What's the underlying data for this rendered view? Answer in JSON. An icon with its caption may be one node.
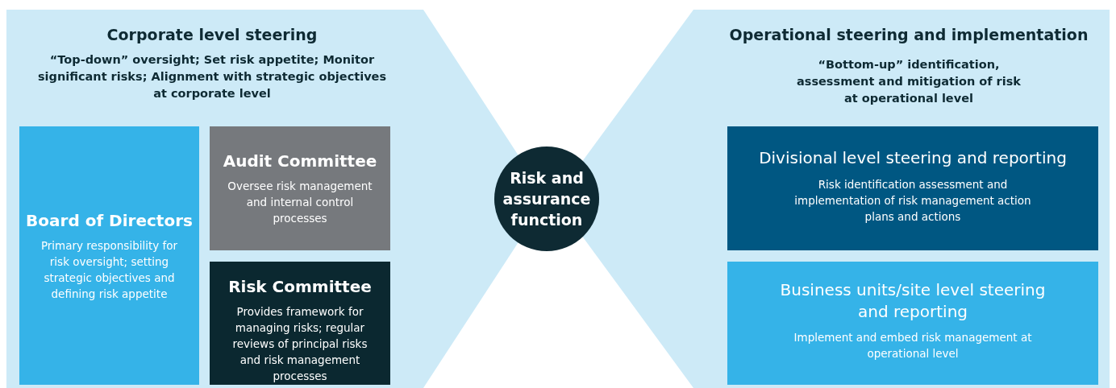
{
  "diagram": {
    "nodes": [
      {
        "text": [
          "Corporate level steering",
          "“Top-down” oversight; Set risk appetite; Monitor significant risks; Alignment with strategic objectives at corporate level"
        ]
      },
      {
        "text": [
          "Board of Directors",
          "Primary responsibility for risk oversight; setting strategic objectives and defining risk appetite"
        ],
        "in": 0
      },
      {
        "text": [
          "Audit Committee",
          "Oversee risk management and internal control processes"
        ],
        "in": 0
      },
      {
        "text": [
          "Risk Committee",
          "Provides framework for managing risks; regular reviews of principal risks and risk management processes"
        ],
        "in": 0
      },
      {
        "text": [
          "Risk and assurance function"
        ]
      },
      {
        "text": [
          "Operational steering and implementation",
          "“Bottom-up” identification, assessment and mitigation of risk at operational level"
        ]
      },
      {
        "text": [
          "Divisional level steering and reporting",
          "Risk identification assessment and implementation of risk management action plans and actions"
        ],
        "in": 5
      },
      {
        "text": [
          "Business units/site level steering and reporting",
          "Implement and embed risk management at operational level"
        ],
        "in": 5
      }
    ]
  }
}
